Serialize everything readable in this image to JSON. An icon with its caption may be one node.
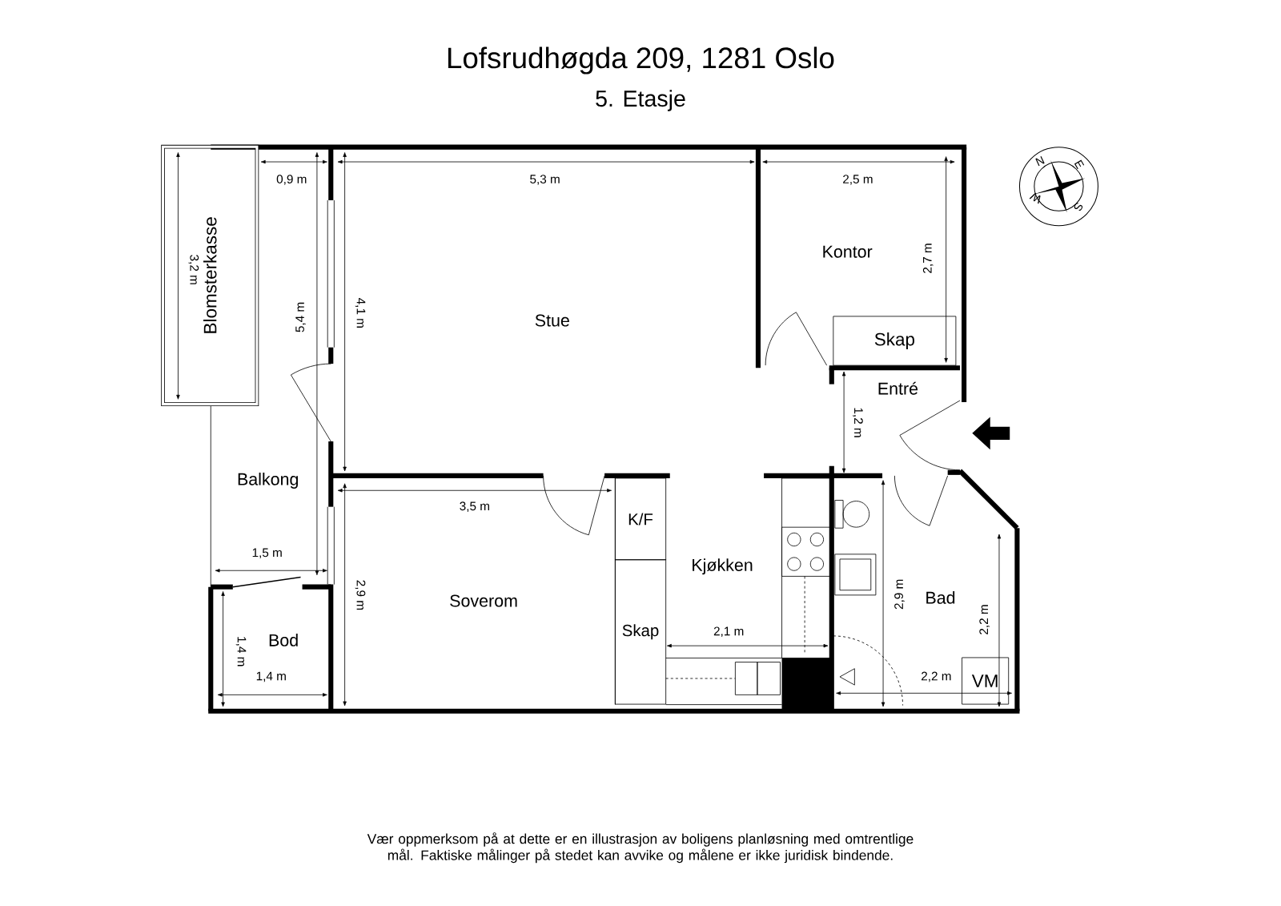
{
  "diagram": {
    "title": "Lofsrudhøgda 209, 1281 Oslo",
    "nodes": [
      {
        "text": [
          "Blomsterkasse"
        ]
      },
      {
        "text": [
          "Skap"
        ]
      },
      {
        "text": [
          "K/F"
        ]
      },
      {
        "text": [
          "Skap"
        ]
      },
      {
        "text": [
          "VM"
        ]
      }
    ],
    "labels": [
      "5. Etasje",
      "0,9 m",
      "5,3 m",
      "2,5 m",
      "3,2 m",
      "Kontor",
      "2,7 m",
      "5,4 m",
      "4,1 m",
      "Stue",
      "Entré",
      "1,2 m",
      "Balkong",
      "3,5 m",
      "1,5 m",
      "Kjøkken",
      "2,9 m",
      "Soverom",
      "2,9 m",
      "Bad",
      "2,2 m",
      "1,4 m",
      "Bod",
      "2,1 m",
      "1,4 m",
      "2,2 m",
      "Vær oppmerksom på at dette er en illustrasjon av boligens planløsning med omtrentlige mål. Faktiske målinger på stedet kan avvike og målene er ikke juridisk bindende.",
      "N",
      "E",
      "S",
      "W"
    ]
  }
}
